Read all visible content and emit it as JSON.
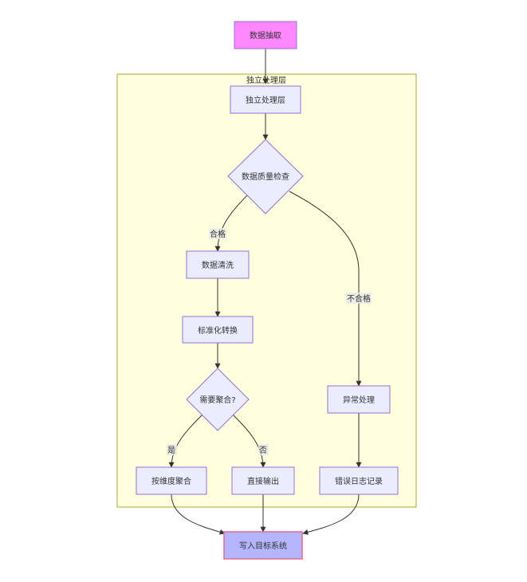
{
  "diagram": {
    "cluster": {
      "title": "独立处理层"
    },
    "nodes": {
      "extract": {
        "label": "数据抽取"
      },
      "layer": {
        "label": "独立处理层"
      },
      "quality": {
        "label": "数据质量检查"
      },
      "clean": {
        "label": "数据清洗"
      },
      "standard": {
        "label": "标准化转换"
      },
      "aggregate": {
        "label": "需要聚合?"
      },
      "exception": {
        "label": "异常处理"
      },
      "bydim": {
        "label": "按维度聚合"
      },
      "direct": {
        "label": "直接输出"
      },
      "errlog": {
        "label": "错误日志记录"
      },
      "target": {
        "label": "写入目标系统"
      }
    },
    "edges": {
      "pass": "合格",
      "fail": "不合格",
      "yes": "是",
      "no": "否"
    },
    "colors": {
      "node_fill": "#ececff",
      "node_stroke": "#9370db",
      "extract_fill": "#ff88ff",
      "target_fill": "#b4b4ff",
      "target_stroke": "#e06c8a",
      "cluster_fill": "#ffffde",
      "cluster_stroke": "#aaaa33",
      "edge": "#333333"
    }
  }
}
